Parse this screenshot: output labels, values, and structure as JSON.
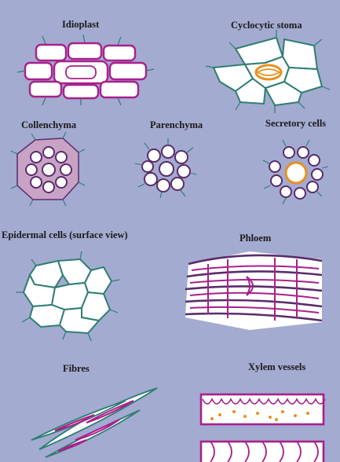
{
  "labels": {
    "idioplast": "Idioplast",
    "cyclocytic": "Cyclocytic stoma",
    "collenchyma": "Collenchyma",
    "parenchyma": "Parenchyma",
    "secretory": "Secretory cells",
    "epidermal": "Epidermal cells (surface view)",
    "phloem": "Phloem",
    "fibres": "Fibres",
    "xylem": "Xylem vessels"
  },
  "colors": {
    "background": "#a3abd0",
    "magenta": "#a8208c",
    "purple": "#5a2c6c",
    "teal": "#2e7d72",
    "orange": "#e8901c",
    "cell_fill": "#ffffff",
    "wall_fill": "#c9a3c6"
  }
}
